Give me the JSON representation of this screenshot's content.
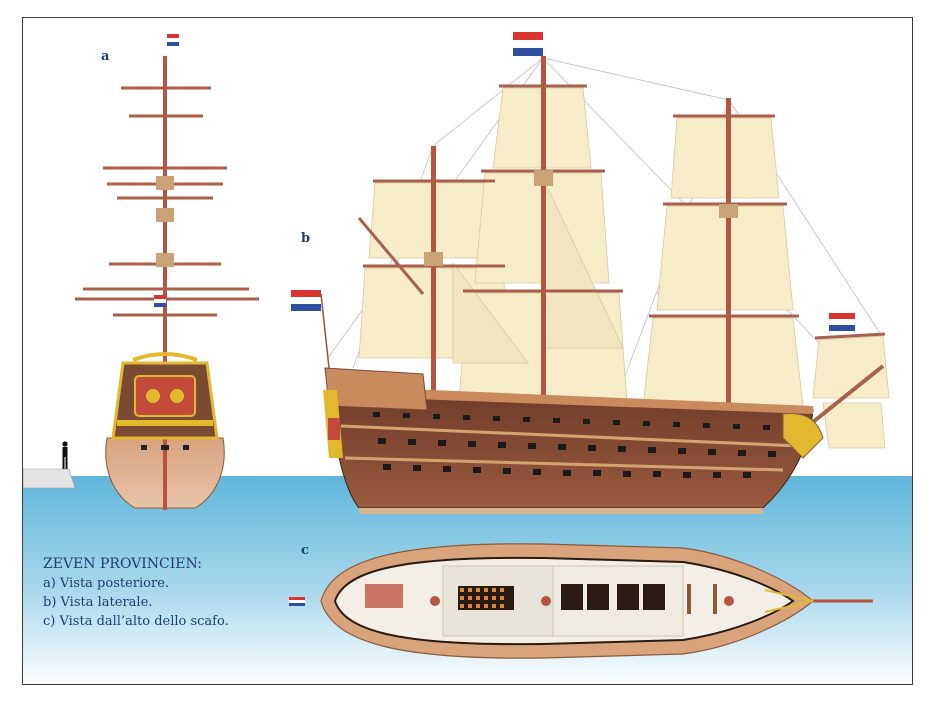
{
  "labels": {
    "a": "a",
    "b": "b",
    "c": "c"
  },
  "caption": {
    "title": "ZEVEN PROVINCIEN:",
    "lines": [
      "a) Vista posteriore.",
      "b) Vista laterale.",
      "c) Vista dall’alto dello scafo."
    ]
  },
  "colors": {
    "sea": "#5fb6da",
    "sea_light": "#cfe9f4",
    "hull": "#c98a5e",
    "hull_dark": "#7b4a33",
    "sail": "#f6ecc8",
    "gold": "#e2b82e",
    "mast": "#b6553f",
    "flag_red": "#d9342f",
    "flag_blue": "#2e4fa0",
    "text": "#1f3b75"
  }
}
